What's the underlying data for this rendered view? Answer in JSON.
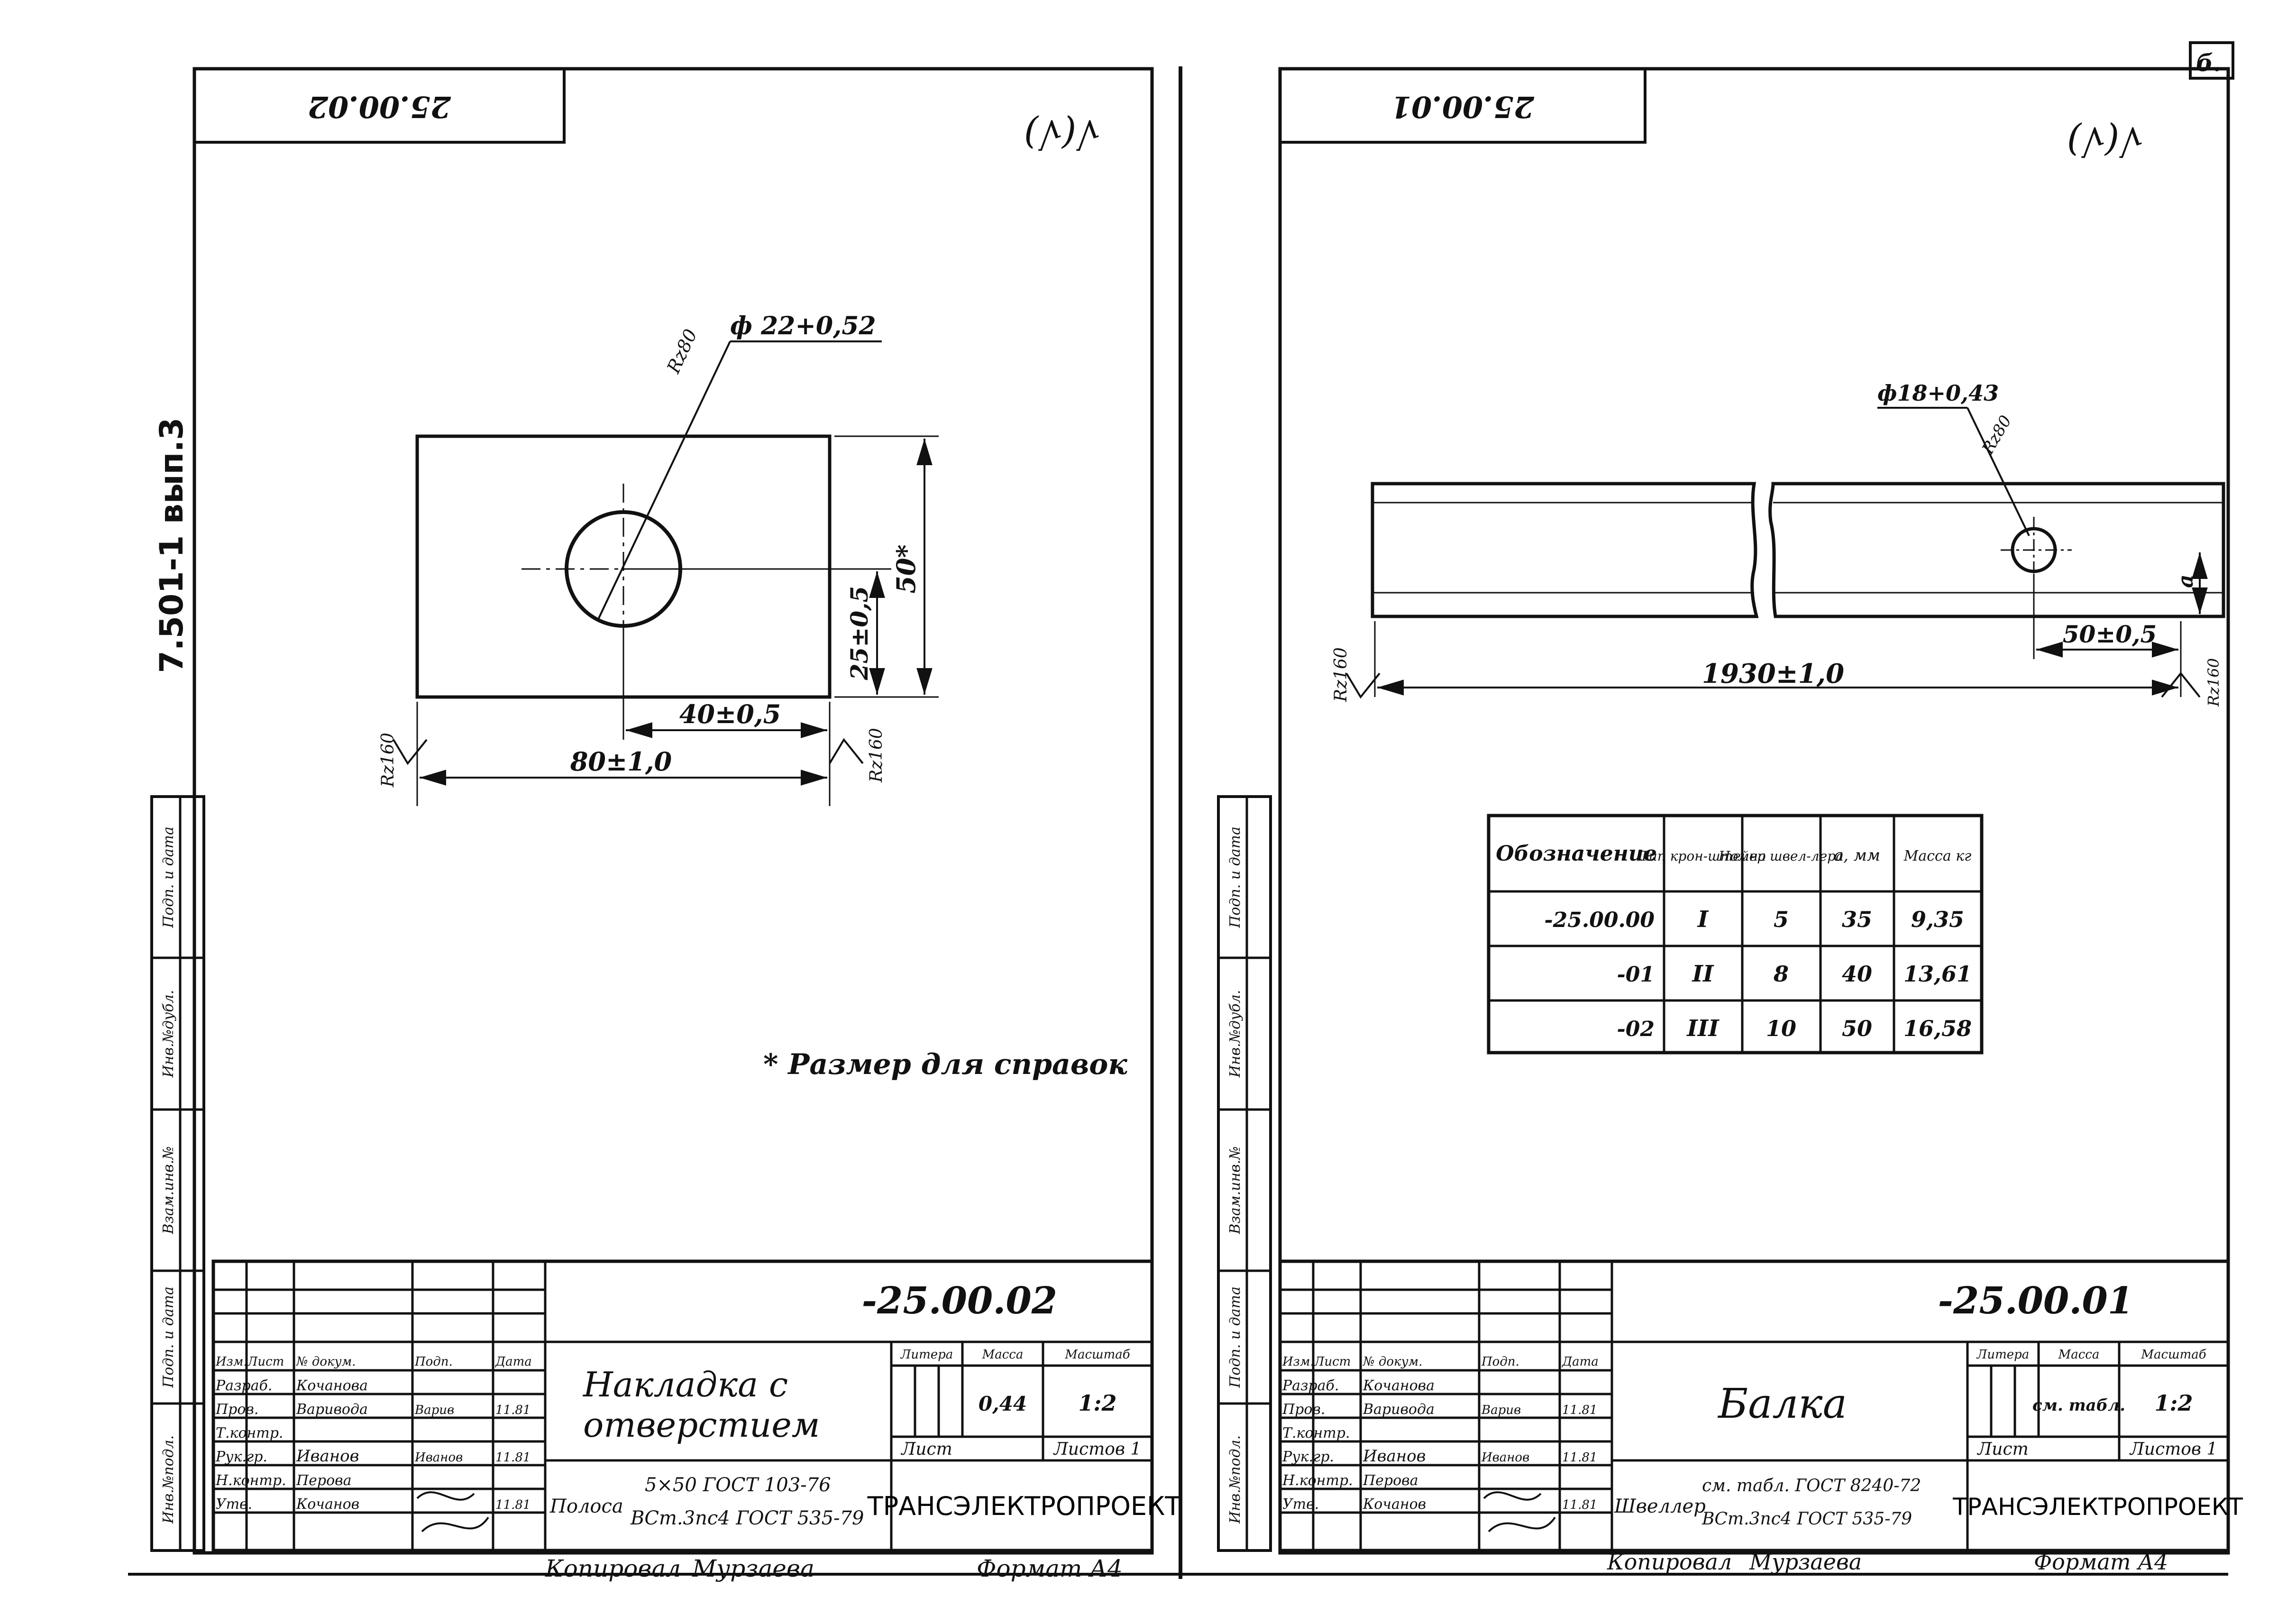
{
  "binder": {
    "series": "7.501-1 вып.3"
  },
  "left": {
    "code_stamp": "25.00.02",
    "roughness": "√(√)",
    "dims": {
      "hole": "ф 22+0,52",
      "hole_rough": "Rz80",
      "height": "50*",
      "offset_y": "25±0,5",
      "offset_x": "40±0,5",
      "length": "80±1,0",
      "rz_left": "Rz160",
      "rz_right": "Rz160"
    },
    "note": "* Размер для справок",
    "title_block": {
      "code": "-25.00.02",
      "name_line1": "Накладка с",
      "name_line2": "отверстием",
      "hdr": {
        "litera": "Литера",
        "mass": "Масса",
        "scale": "Масштаб"
      },
      "mass": "0,44",
      "scale": "1:2",
      "sheet": "Лист",
      "sheets": "Листов 1",
      "material_label": "Полоса",
      "material_line1": "5×50 ГОСТ 103-76",
      "material_line2": "ВСт.3пс4 ГОСТ 535-79",
      "org": "ТРАНСЭЛЕКТРОПРОЕКТ",
      "rows": [
        {
          "role": "Изм.Лист",
          "name": "№ докум.",
          "sign": "Подп.",
          "date": "Дата"
        },
        {
          "role": "Разраб.",
          "name": "Кочанова",
          "sign": "",
          "date": ""
        },
        {
          "role": "Пров.",
          "name": "Варивода",
          "sign": "Варив",
          "date": "11.81"
        },
        {
          "role": "Т.контр.",
          "name": "",
          "sign": "",
          "date": ""
        },
        {
          "role": "Рук.гр.",
          "name": "Иванов",
          "sign": "Иванов",
          "date": "11.81"
        },
        {
          "role": "Н.контр.",
          "name": "Перова",
          "sign": "",
          "date": ""
        },
        {
          "role": "Утв.",
          "name": "Кочанов",
          "sign": "",
          "date": "11.81"
        }
      ],
      "side_labels": [
        "Инв.№подл.",
        "Подп. и дата",
        "Взам.инв.№",
        "Инв.№дубл.",
        "Подп. и дата"
      ]
    },
    "footer": {
      "copied": "Копировал",
      "copier": "Мурзаева",
      "format": "Формат А4"
    }
  },
  "right": {
    "code_stamp": "25.00.01",
    "roughness": "√(√)",
    "corner": "б.",
    "dims": {
      "hole": "ф18+0,43",
      "hole_rough": "Rz80",
      "length": "1930±1,0",
      "offset": "50±0,5",
      "a": "a",
      "rz_left": "Rz160",
      "rz_right": "Rz160"
    },
    "table": {
      "headers": [
        "Обозначение",
        "Тип крон-штейна",
        "Номер швел-лера",
        "a, мм",
        "Масса кг"
      ],
      "rows": [
        [
          "-25.00.00",
          "I",
          "5",
          "35",
          "9,35"
        ],
        [
          "-01",
          "II",
          "8",
          "40",
          "13,61"
        ],
        [
          "-02",
          "III",
          "10",
          "50",
          "16,58"
        ]
      ]
    },
    "title_block": {
      "code": "-25.00.01",
      "name": "Балка",
      "hdr": {
        "litera": "Литера",
        "mass": "Масса",
        "scale": "Масштаб"
      },
      "mass": "см. табл.",
      "scale": "1:2",
      "sheet": "Лист",
      "sheets": "Листов 1",
      "material_label": "Швеллер",
      "material_line1": "см. табл. ГОСТ 8240-72",
      "material_line2": "ВСт.3пс4 ГОСТ 535-79",
      "org": "ТРАНСЭЛЕКТРОПРОЕКТ",
      "rows": [
        {
          "role": "Изм.Лист",
          "name": "№ докум.",
          "sign": "Подп.",
          "date": "Дата"
        },
        {
          "role": "Разраб.",
          "name": "Кочанова",
          "sign": "",
          "date": ""
        },
        {
          "role": "Пров.",
          "name": "Варивода",
          "sign": "Варив",
          "date": "11.81"
        },
        {
          "role": "Т.контр.",
          "name": "",
          "sign": "",
          "date": ""
        },
        {
          "role": "Рук.гр.",
          "name": "Иванов",
          "sign": "Иванов",
          "date": "11.81"
        },
        {
          "role": "Н.контр.",
          "name": "Перова",
          "sign": "",
          "date": ""
        },
        {
          "role": "Утв.",
          "name": "Кочанов",
          "sign": "",
          "date": "11.81"
        }
      ],
      "side_labels": [
        "Инв.№подл.",
        "Подп. и дата",
        "Взам.инв.№",
        "Инв.№дубл.",
        "Подп. и дата"
      ]
    },
    "footer": {
      "copied": "Копировал",
      "copier": "Мурзаева",
      "format": "Формат А4"
    }
  }
}
